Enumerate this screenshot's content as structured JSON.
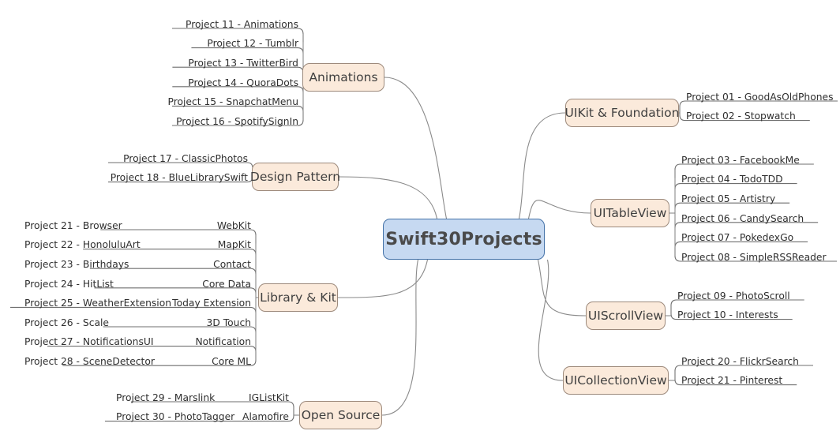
{
  "title": "Swift30Projects",
  "colors": {
    "background": "#ffffff",
    "root_fill": "#c6d9f1",
    "root_border": "#4472a8",
    "branch_fill": "#fbeadb",
    "branch_border": "#9d8a7c",
    "connector": "#8a8a8a",
    "leaf_underline": "#6f6f6f",
    "text": "#3a3a3a"
  },
  "root": {
    "label": "Swift30Projects"
  },
  "branches": [
    {
      "id": "animations",
      "label": "Animations",
      "side": "left",
      "leaves": [
        {
          "label": "Project 11 - Animations"
        },
        {
          "label": "Project 12 - Tumblr"
        },
        {
          "label": "Project 13 - TwitterBird"
        },
        {
          "label": "Project 14 - QuoraDots"
        },
        {
          "label": "Project 15 - SnapchatMenu"
        },
        {
          "label": "Project 16 - SpotifySignIn"
        }
      ]
    },
    {
      "id": "design-pattern",
      "label": "Design Pattern",
      "side": "left",
      "leaves": [
        {
          "label": "Project 17 - ClassicPhotos"
        },
        {
          "label": "Project 18 - BlueLibrarySwift"
        }
      ]
    },
    {
      "id": "library-and-kit",
      "label": "Library & Kit",
      "side": "left",
      "leaves": [
        {
          "label": "Project 21 - Browser",
          "tech": "WebKit"
        },
        {
          "label": "Project 22 - HonoluluArt",
          "tech": "MapKit"
        },
        {
          "label": "Project 23 - Birthdays",
          "tech": "Contact"
        },
        {
          "label": "Project 24 - HitList",
          "tech": "Core Data"
        },
        {
          "label": "Project 25 - WeatherExtension",
          "tech": "Today Extension"
        },
        {
          "label": "Project 26 - Scale",
          "tech": "3D Touch"
        },
        {
          "label": "Project 27 - NotificationsUI",
          "tech": "Notification"
        },
        {
          "label": "Project 28 - SceneDetector",
          "tech": "Core ML"
        }
      ]
    },
    {
      "id": "open-source",
      "label": "Open Source",
      "side": "left",
      "leaves": [
        {
          "label": "Project 29 - Marslink",
          "tech": "IGListKit"
        },
        {
          "label": "Project 30 - PhotoTagger",
          "tech": "Alamofire"
        }
      ]
    },
    {
      "id": "uikit-and-foundation",
      "label": "UIKit & Foundation",
      "side": "right",
      "leaves": [
        {
          "label": "Project 01 - GoodAsOldPhones"
        },
        {
          "label": "Project 02 - Stopwatch"
        }
      ]
    },
    {
      "id": "uitableview",
      "label": "UITableView",
      "side": "right",
      "leaves": [
        {
          "label": "Project 03 - FacebookMe"
        },
        {
          "label": "Project 04 - TodoTDD"
        },
        {
          "label": "Project 05 - Artistry"
        },
        {
          "label": "Project 06 - CandySearch"
        },
        {
          "label": "Project 07 - PokedexGo"
        },
        {
          "label": "Project 08 - SimpleRSSReader"
        }
      ]
    },
    {
      "id": "uiscrollview",
      "label": "UIScrollView",
      "side": "right",
      "leaves": [
        {
          "label": "Project 09 - PhotoScroll"
        },
        {
          "label": "Project 10 - Interests"
        }
      ]
    },
    {
      "id": "uicollectionview",
      "label": "UICollectionView",
      "side": "right",
      "leaves": [
        {
          "label": "Project 20 - FlickrSearch"
        },
        {
          "label": "Project  21 - Pinterest"
        }
      ]
    }
  ]
}
